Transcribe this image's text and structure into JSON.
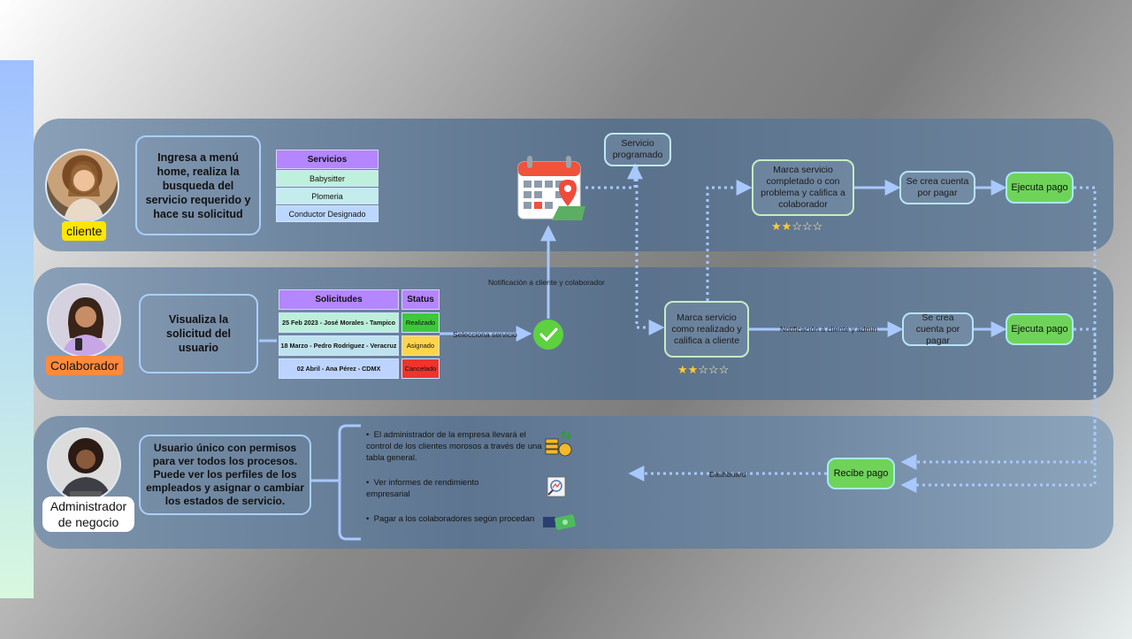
{
  "lanes": {
    "cliente": {
      "role": "cliente",
      "description": "Ingresa a menú home, realiza la busqueda del servicio requerido y hace su solicitud",
      "services_header": "Servicios",
      "services": [
        "Babysitter",
        "Plomeria",
        "Conductor Designado"
      ]
    },
    "colaborador": {
      "role": "Colaborador",
      "description": "Visualiza la solicitud del usuario",
      "requests_header": "Solicitudes",
      "status_header": "Status",
      "requests": [
        {
          "text": "25 Feb 2023 - José Morales - Tampico",
          "status": "Realizado",
          "status_color": "#3ec93a"
        },
        {
          "text": "18 Marzo - Pedro Rodriguez - Veracruz",
          "status": "Asignado",
          "status_color": "#ffd54a"
        },
        {
          "text": "02 Abril - Ana Pérez - CDMX",
          "status": "Cancelado",
          "status_color": "#f0332b"
        }
      ]
    },
    "admin": {
      "role_line1": "Administrador",
      "role_line2": "de negocio",
      "description": "Usuario único con permisos para ver todos los procesos. Puede ver los perfiles de los empleados y asignar o cambiar los estados de servicio.",
      "bullets": [
        "El administrador de la empresa llevará el control de los clientes morosos a través de una tabla general.",
        "Ver informes de rendimiento empresarial",
        "Pagar a los colaboradores según procedan"
      ]
    }
  },
  "nodes": {
    "servicio_programado": "Servicio programado",
    "marca_completado": "Marca servicio completado o con problema y califica a colaborador",
    "cuenta_pagar_1": "Se crea cuenta por pagar",
    "ejecuta_pago_1": "Ejecuta pago",
    "marca_realizado": "Marca servicio como realizado y califica a cliente",
    "cuenta_pagar_2": "Se crea cuenta por pagar",
    "ejecuta_pago_2": "Ejecuta pago",
    "recibe_pago": "Recibe pago"
  },
  "labels": {
    "notificacion_cliente_colaborador": "Notificación a cliente y colaborador",
    "selecciona_servicio": "Selecciona servicio",
    "notificacion_cliente_admin": "Notificación a cliente y admin",
    "dashboard": "Dashboard"
  },
  "ratings": {
    "cliente_rating": {
      "filled": 2,
      "total": 5
    },
    "colaborador_rating": {
      "filled": 2,
      "total": 5
    }
  },
  "icons": [
    "calendar-icon",
    "check-circle-icon",
    "coins-icon",
    "report-icon",
    "cash-icon"
  ],
  "colors": {
    "accent_line": "#a8c8ff",
    "pay_green": "#6fd35a",
    "services_header": "#b486ff",
    "cliente_tag": "#ffe600",
    "colaborador_tag": "#ff8a3d"
  }
}
